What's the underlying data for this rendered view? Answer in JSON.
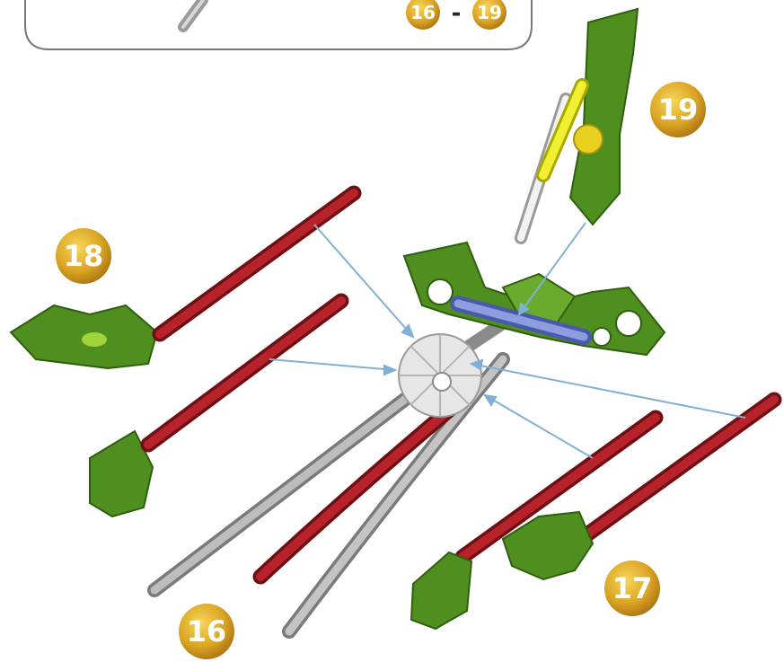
{
  "header_panel": {
    "step_range_start": "16",
    "step_range_separator": "-",
    "step_range_end": "19"
  },
  "step_badges": {
    "step_16": "16",
    "step_17": "17",
    "step_18": "18",
    "step_19": "19"
  },
  "colors": {
    "badge_gold": "#d9a11a",
    "badge_gold_light": "#f4cc4a",
    "rod_red": "#a51c24",
    "rod_gray": "#a9a9a9",
    "connector_green": "#4f8f1f",
    "connector_white": "#e8e8e8",
    "rod_blue": "#7e8fd6",
    "rod_yellow": "#f0f030",
    "arrow_blue": "#7fb0d6",
    "panel_border": "#777777"
  }
}
